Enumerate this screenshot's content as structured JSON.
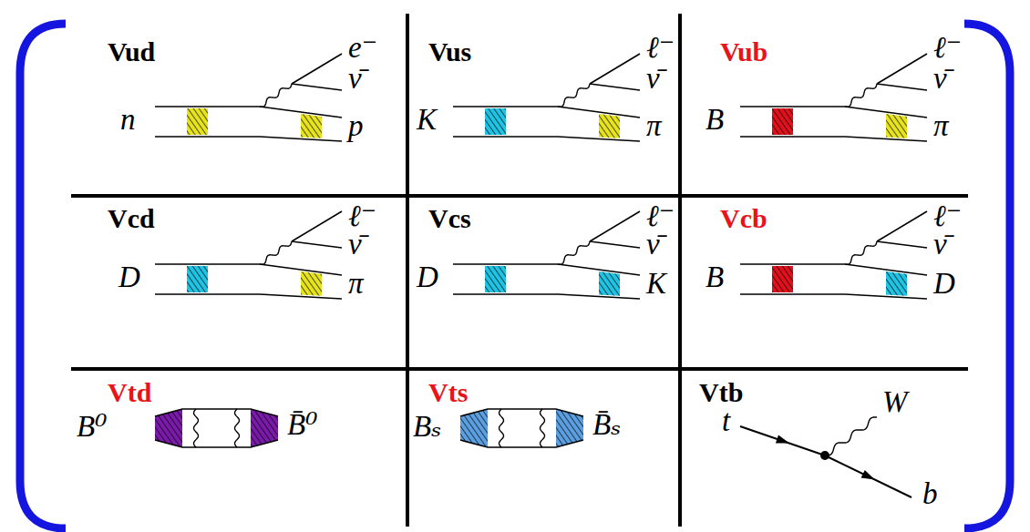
{
  "diagram": {
    "nodes": [
      {
        "text": [
          "Vud",
          "e⁻",
          "ν̄",
          "n",
          "p"
        ]
      },
      {
        "text": [
          "Vus",
          "ℓ⁻",
          "ν̄",
          "K",
          "π"
        ]
      },
      {
        "text": [
          "Vub",
          "ℓ⁻",
          "ν̄",
          "B",
          "π"
        ]
      },
      {
        "text": [
          "Vcd",
          "ℓ⁻",
          "ν̄",
          "D",
          "π"
        ]
      },
      {
        "text": [
          "Vcs",
          "ℓ⁻",
          "ν̄",
          "D",
          "K"
        ]
      },
      {
        "text": [
          "Vcb",
          "ℓ⁻",
          "ν̄",
          "B",
          "D"
        ]
      },
      {
        "text": [
          "Vtd",
          "B⁰",
          "B̄⁰"
        ]
      },
      {
        "text": [
          "Vts",
          "Bₛ",
          "B̄ₛ"
        ]
      },
      {
        "text": [
          "Vtb",
          "t",
          "W",
          "b"
        ]
      }
    ]
  }
}
